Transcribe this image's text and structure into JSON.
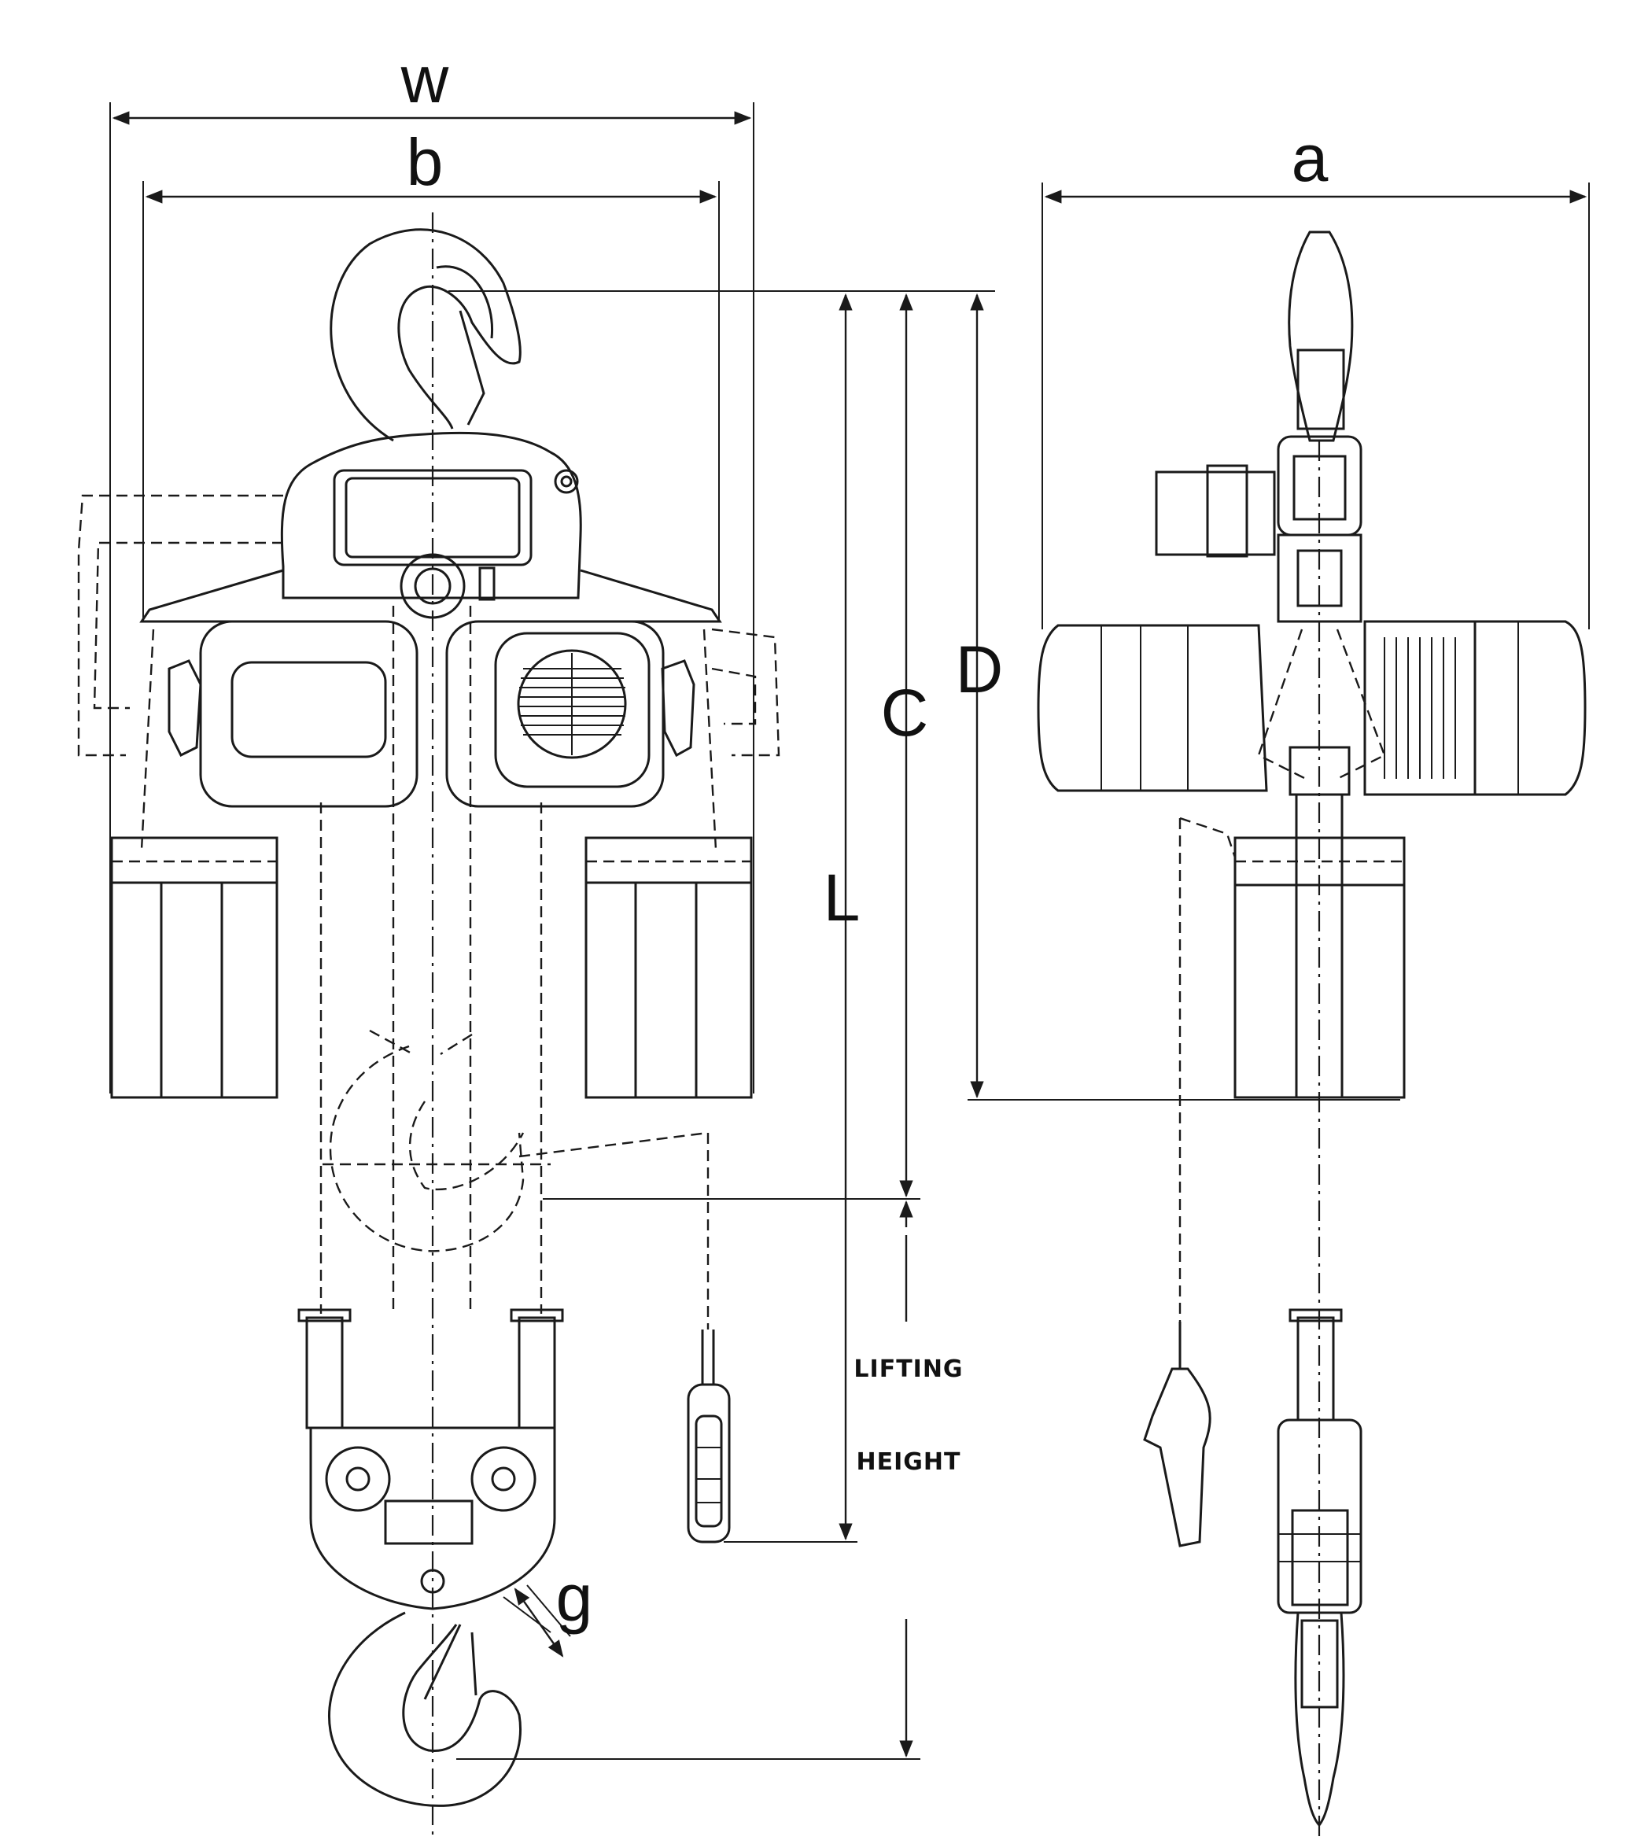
{
  "diagram": {
    "labels": {
      "w": "w",
      "b": "b",
      "a": "a",
      "C": "C",
      "D": "D",
      "L": "L",
      "g": "g",
      "lifting_1": "LIFTING",
      "lifting_2": "HEIGHT"
    }
  }
}
